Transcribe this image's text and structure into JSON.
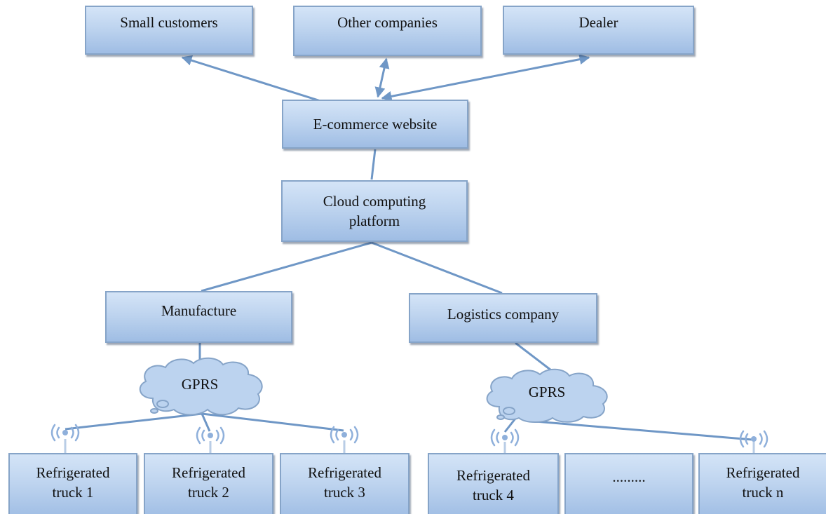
{
  "nodes": {
    "small_customers": "Small customers",
    "other_companies": "Other companies",
    "dealer": "Dealer",
    "ecommerce": "E-commerce website",
    "cloud_platform_line1": "Cloud computing",
    "cloud_platform_line2": "platform",
    "manufacture": "Manufacture",
    "logistics": "Logistics company",
    "gprs_left": "GPRS",
    "gprs_right": "GPRS",
    "truck1_line1": "Refrigerated",
    "truck1_line2": "truck 1",
    "truck2_line1": "Refrigerated",
    "truck2_line2": "truck 2",
    "truck3_line1": "Refrigerated",
    "truck3_line2": "truck 3",
    "truck4_line1": "Refrigerated",
    "truck4_line2": "truck 4",
    "ellipsis": ".........",
    "truckn_line1": "Refrigerated",
    "truckn_line2": "truck n"
  },
  "colors": {
    "box_fill": "#bed4ef",
    "box_border": "#86a4c8",
    "connector": "#6f97c6",
    "antenna": "#8fb0db"
  },
  "icons": [
    "cloud-icon",
    "wireless-antenna-icon",
    "double-arrow-icon"
  ]
}
